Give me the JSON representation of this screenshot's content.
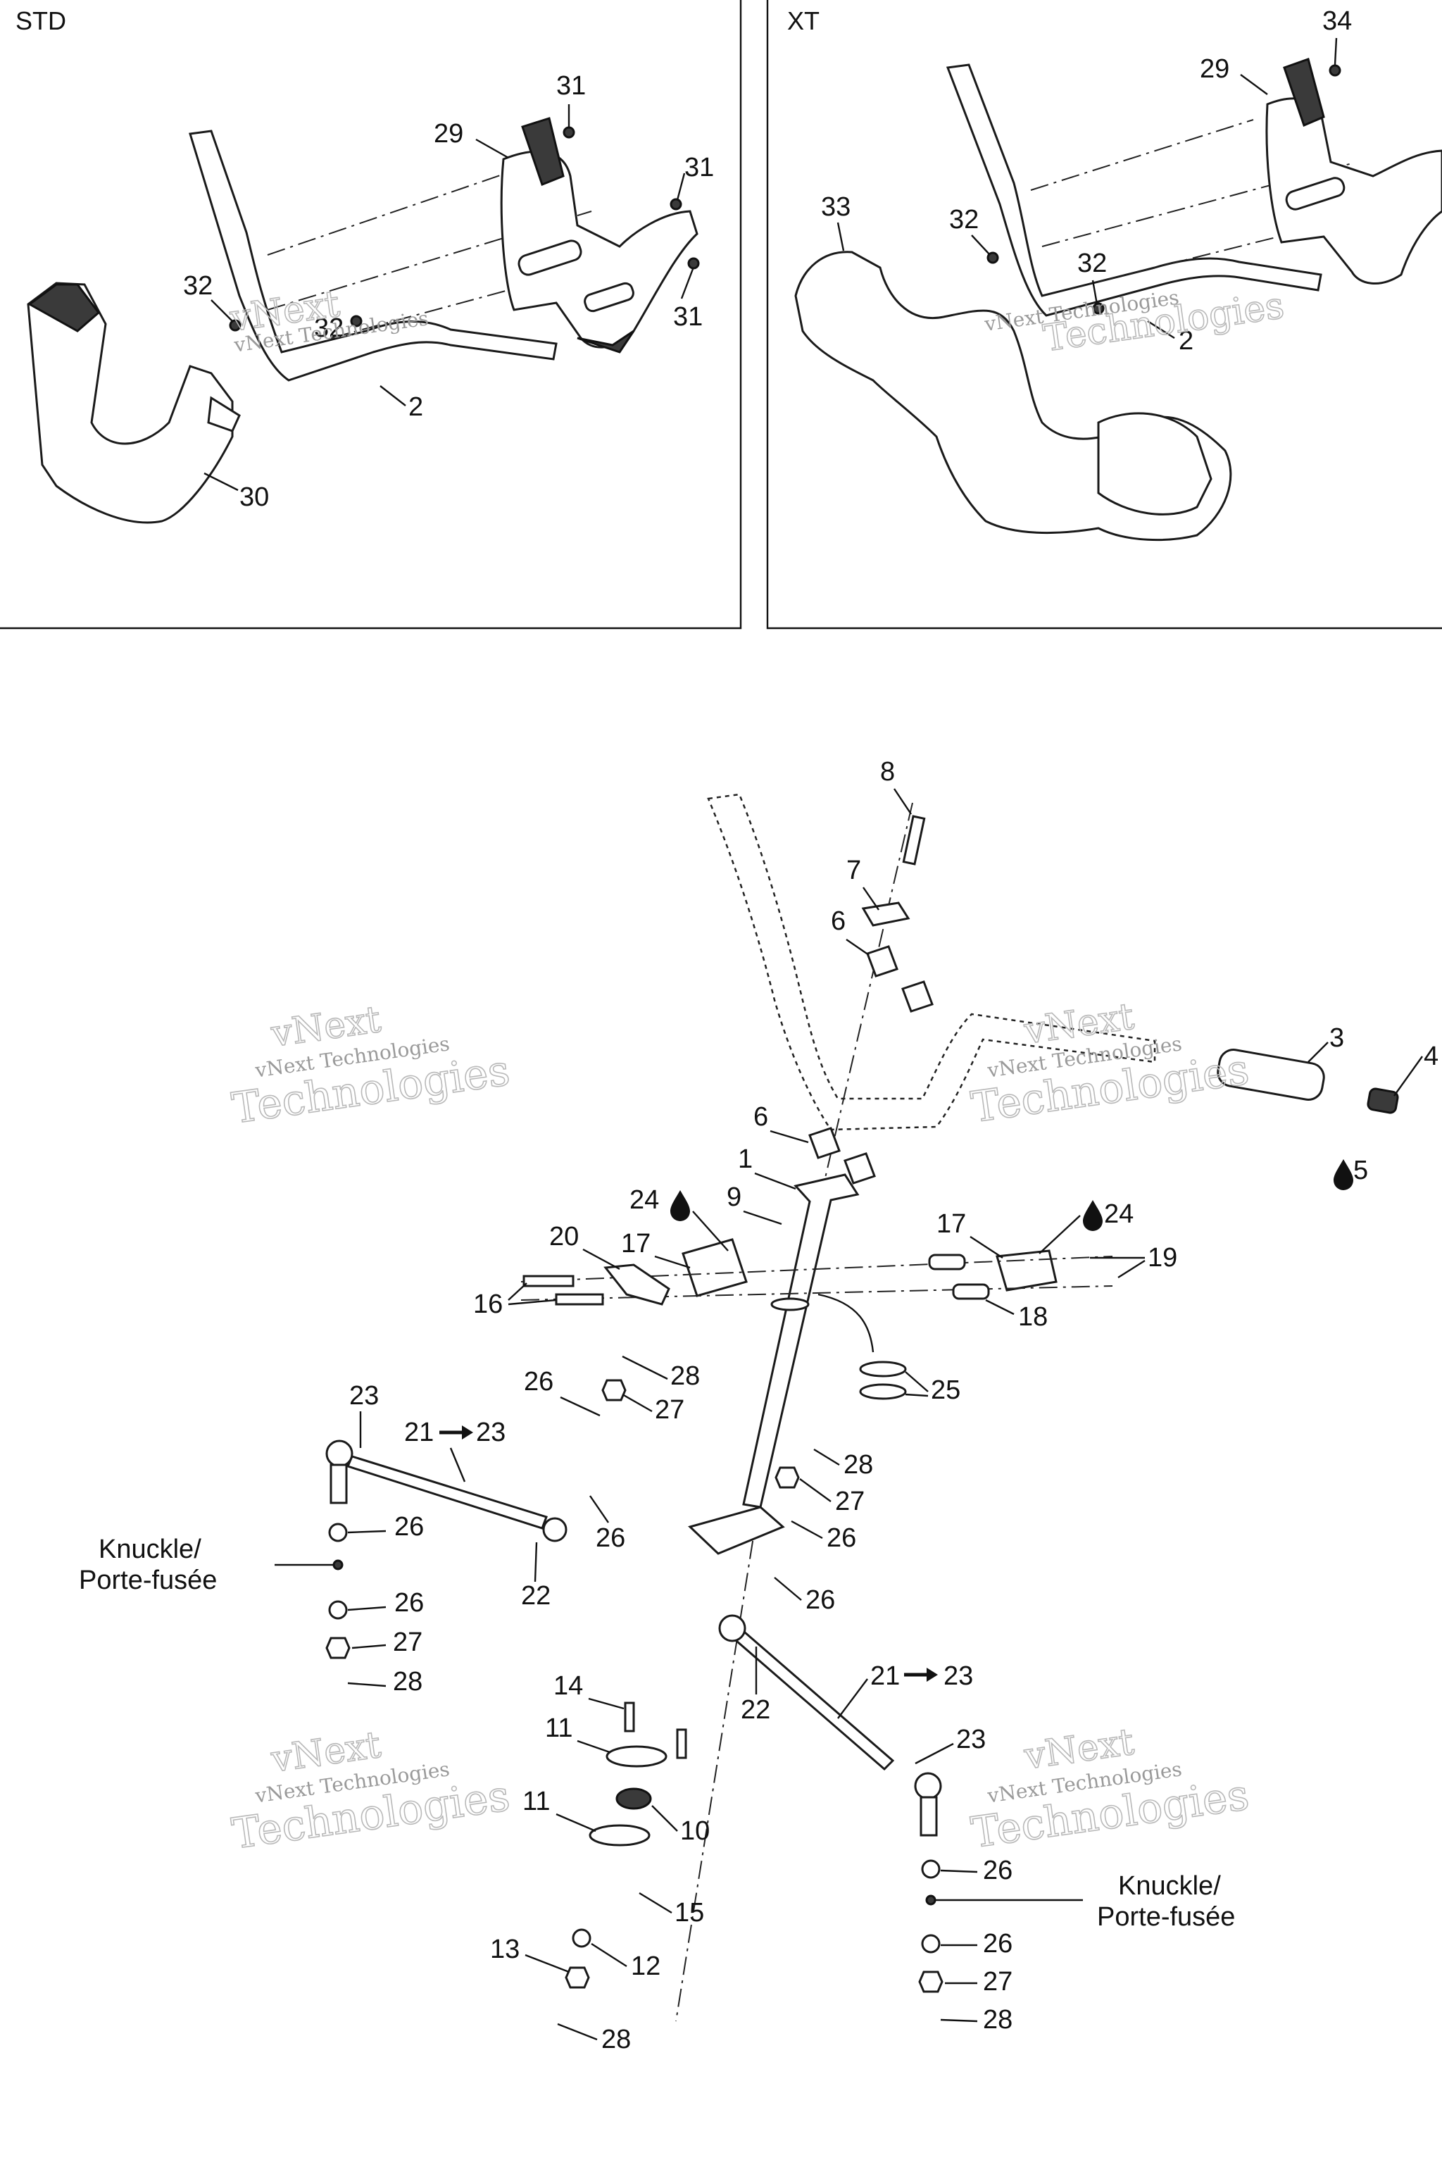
{
  "panels": {
    "std": {
      "title": "STD"
    },
    "xt": {
      "title": "XT"
    }
  },
  "watermark": {
    "line1": "vNext",
    "line2": "vNext Technologies",
    "line3": "Technologies"
  },
  "callouts": {
    "std_31a": "31",
    "std_29": "29",
    "std_31b": "31",
    "std_31c": "31",
    "std_32a": "32",
    "std_32b": "32",
    "std_2": "2",
    "std_30": "30",
    "xt_34": "34",
    "xt_29": "29",
    "xt_33": "33",
    "xt_32a": "32",
    "xt_32b": "32",
    "xt_2": "2",
    "m_8": "8",
    "m_7": "7",
    "m_6a": "6",
    "m_3": "3",
    "m_4": "4",
    "m_5": "5",
    "m_6b": "6",
    "m_1": "1",
    "m_9": "9",
    "m_24a": "24",
    "m_20": "20",
    "m_17a": "17",
    "m_17b": "17",
    "m_24b": "24",
    "m_19": "19",
    "m_16": "16",
    "m_18": "18",
    "m_25": "25",
    "m_28a": "28",
    "m_26a": "26",
    "m_27a": "27",
    "m_23a": "23",
    "m_21a": "21",
    "m_23arr_a": "23",
    "m_28b": "28",
    "m_27b": "27",
    "m_26b": "26",
    "m_26c": "26",
    "m_26d": "26",
    "m_22a": "22",
    "m_26e": "26",
    "m_26f": "26",
    "m_27c": "27",
    "m_28c": "28",
    "m_22b": "22",
    "m_21b": "21",
    "m_23arr_b": "23",
    "m_23b": "23",
    "m_14": "14",
    "m_11a": "11",
    "m_11b": "11",
    "m_10": "10",
    "m_15": "15",
    "m_13": "13",
    "m_12": "12",
    "m_28d": "28",
    "m_26g": "26",
    "m_26h": "26",
    "m_27d": "27",
    "m_28e": "28"
  },
  "notes": {
    "knuckle_left_1": "Knuckle/",
    "knuckle_left_2": "Porte-fusée",
    "knuckle_right_1": "Knuckle/",
    "knuckle_right_2": "Porte-fusée"
  },
  "icons": [
    "oil-drop-icon",
    "arrow-right-icon"
  ]
}
